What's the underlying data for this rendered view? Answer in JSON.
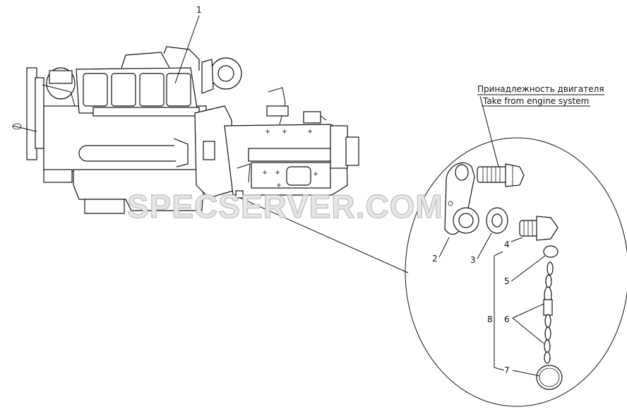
{
  "labels": {
    "engine": "1",
    "bracket": "2",
    "washer_a": "3",
    "plug": "4",
    "ring_top": "5",
    "chain": "6",
    "assembly": "8",
    "ring_bottom": "7"
  },
  "notes": {
    "ownership_ru": "Принадлежность двигателя",
    "ownership_en": "Take from engine system"
  },
  "watermark": "SPECSERVER.COM"
}
